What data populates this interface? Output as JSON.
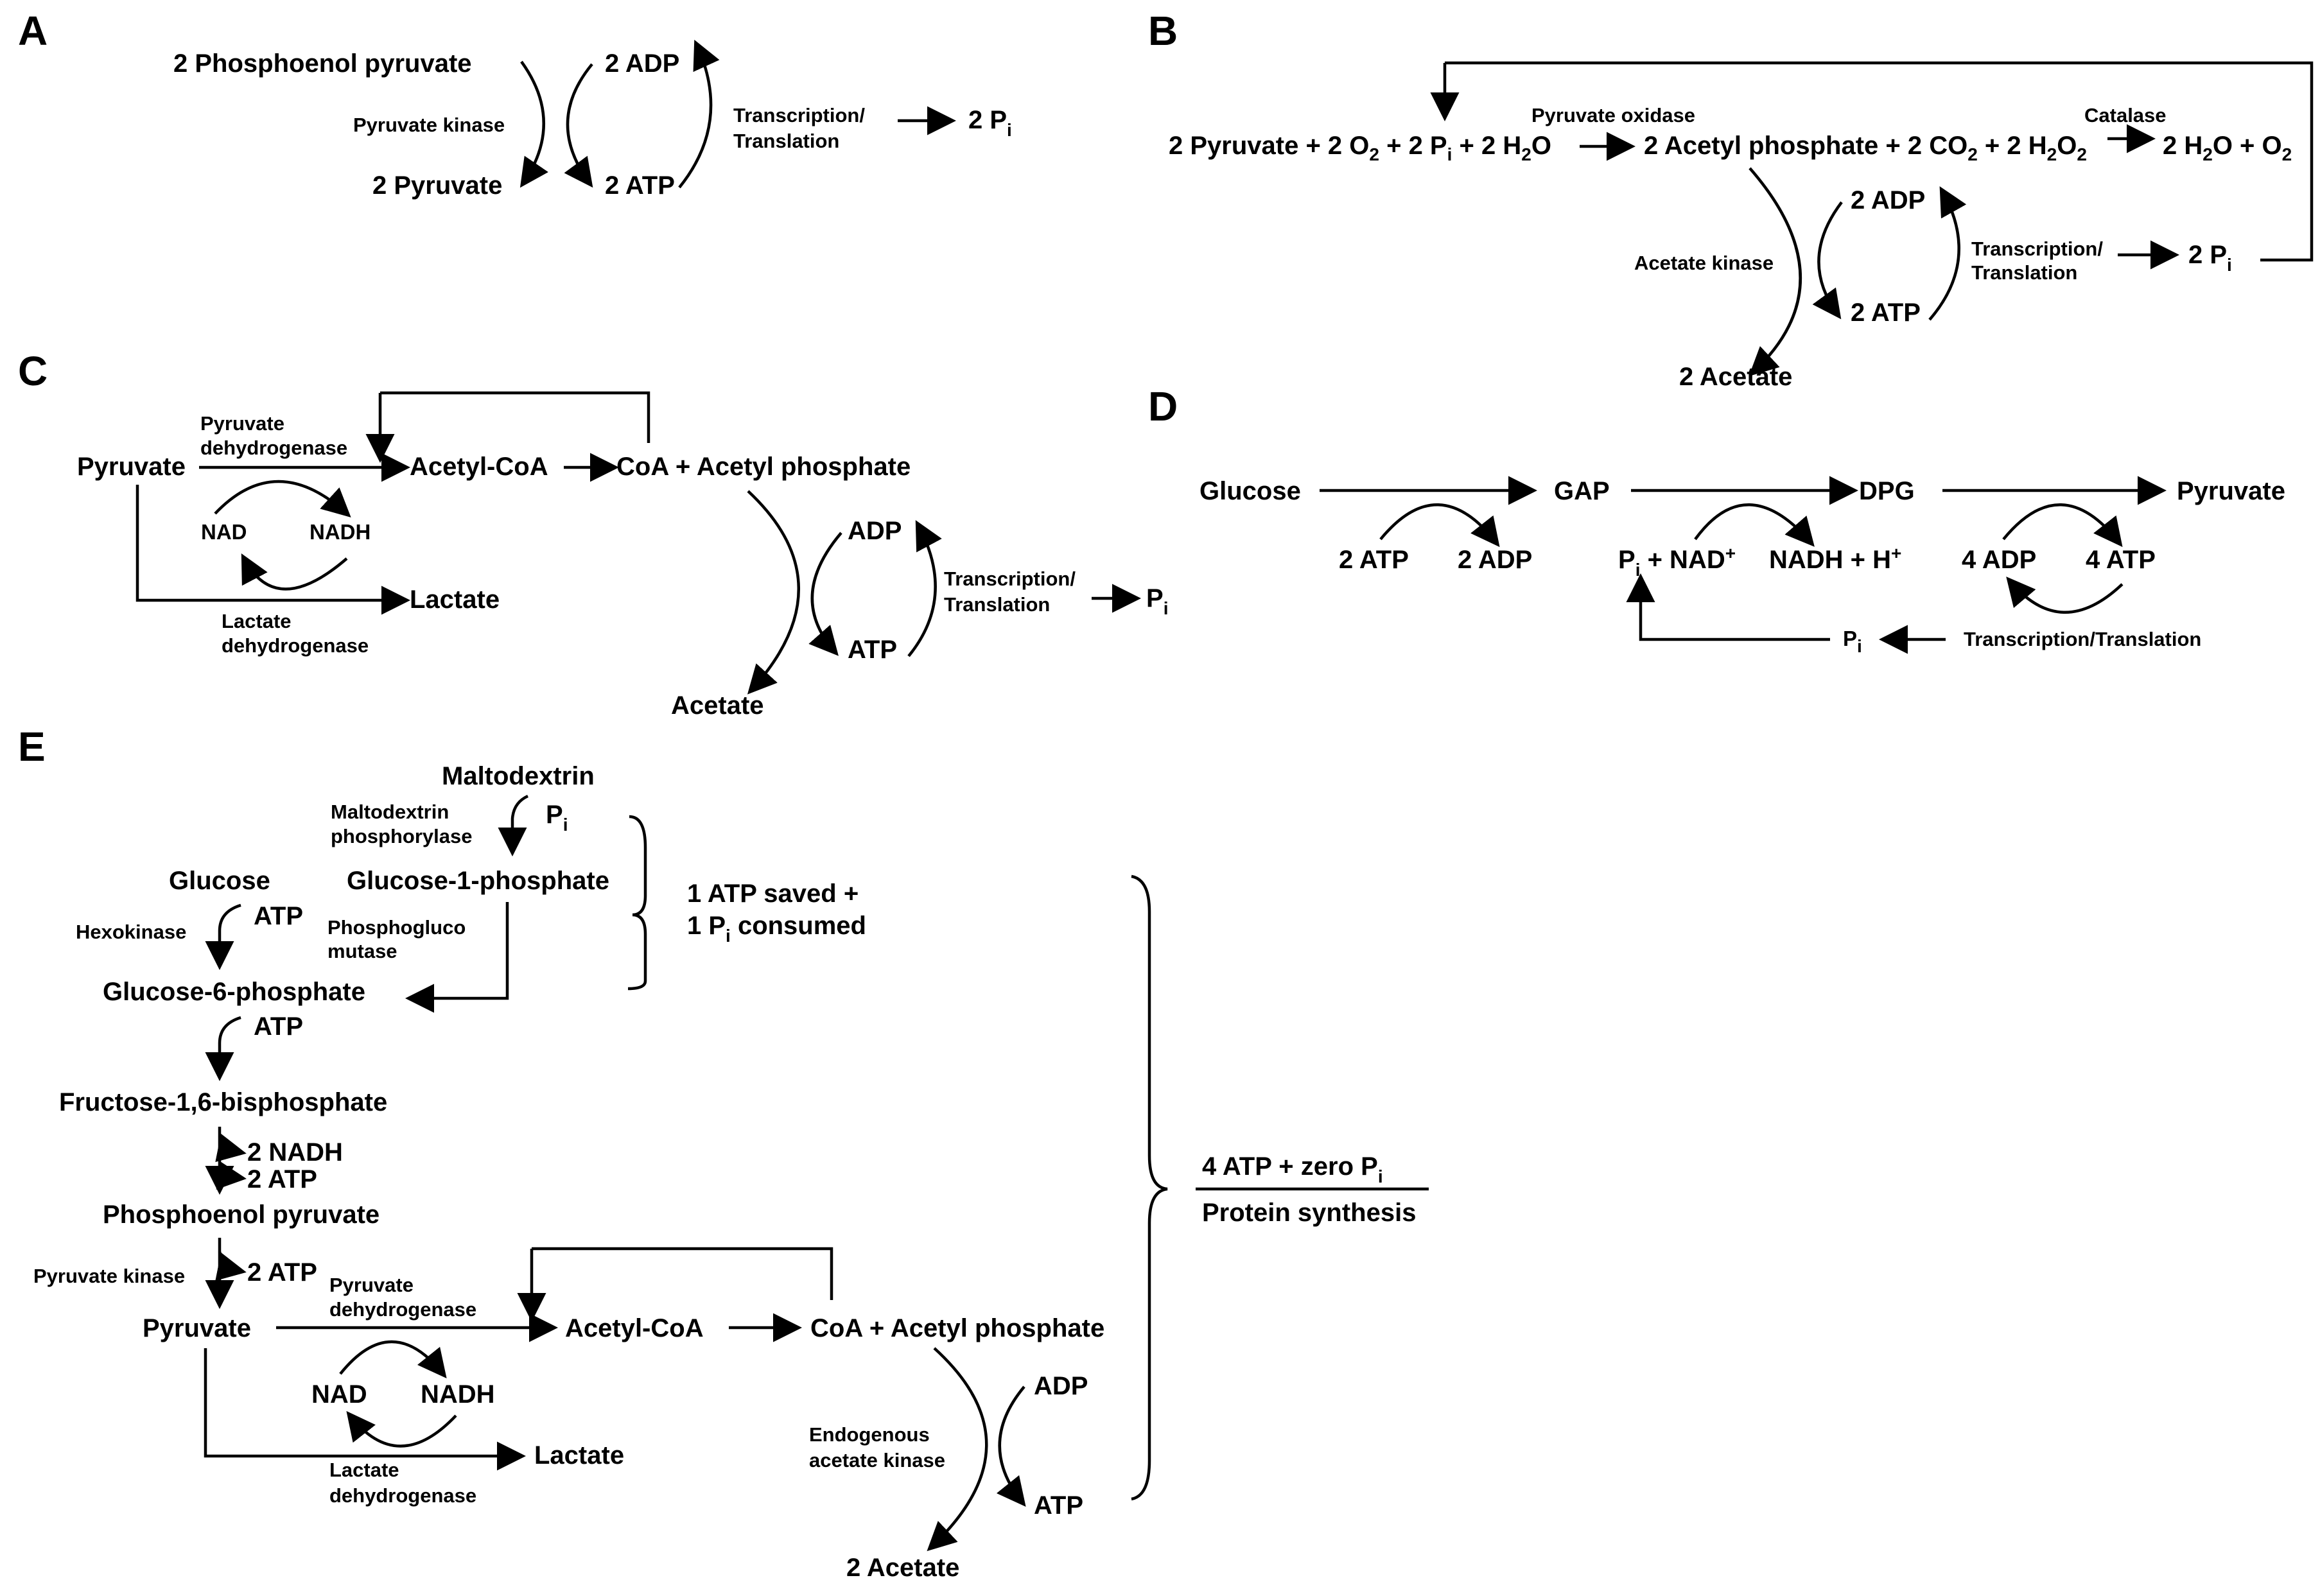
{
  "panels": [
    "A",
    "B",
    "C",
    "D",
    "E"
  ],
  "A": {
    "pep": "2 Phosphoenol  pyruvate",
    "pyruvate": "2 Pyruvate",
    "enzyme": "Pyruvate kinase",
    "adp": "2 ADP",
    "atp": "2 ATP",
    "tt1": "Transcription/",
    "tt2": "Translation",
    "pi": "2 P",
    "pi_sub": "i"
  },
  "B": {
    "eq_left": "2 Pyruvate + 2 O",
    "eq_left_b": " + 2 P",
    "eq_left_c": " + 2 H",
    "eq_left_d": "O",
    "pox": "Pyruvate oxidase",
    "eq_mid": "2 Acetyl phosphate + 2 CO",
    "eq_mid_b": " + 2 H",
    "eq_mid_c": "O",
    "catalase": "Catalase",
    "eq_right": "2 H",
    "eq_right_b": "O + O",
    "sub2": "2",
    "sub_i": "i",
    "acetate_kinase": "Acetate kinase",
    "adp": "2 ADP",
    "atp": "2 ATP",
    "tt1": "Transcription/",
    "tt2": "Translation",
    "pi": "2 P",
    "acetate": "2 Acetate"
  },
  "C": {
    "pyruvate": "Pyruvate",
    "pdh1": "Pyruvate",
    "pdh2": "dehydrogenase",
    "acetylcoa": "Acetyl-CoA",
    "coa_ap": "CoA + Acetyl phosphate",
    "nad": "NAD",
    "nadh": "NADH",
    "lactate": "Lactate",
    "ldh1": "Lactate",
    "ldh2": "dehydrogenase",
    "adp": "ADP",
    "atp": "ATP",
    "tt1": "Transcription/",
    "tt2": "Translation",
    "pi": "P",
    "pi_sub": "i",
    "acetate": "Acetate"
  },
  "D": {
    "glucose": "Glucose",
    "gap": "GAP",
    "dpg": "DPG",
    "pyruvate": "Pyruvate",
    "atp2": "2 ATP",
    "adp2": "2 ADP",
    "pi_nad": "P",
    "pi_nad_b": " + NAD",
    "nadh": "NADH + H",
    "plus": "+",
    "adp4": "4 ADP",
    "atp4": "4 ATP",
    "pi": "P",
    "pi_sub": "i",
    "tt": "Transcription/Translation"
  },
  "E": {
    "maltodextrin": "Maltodextrin",
    "mp1": "Maltodextrin",
    "mp2": "phosphorylase",
    "pi": "P",
    "pi_sub": "i",
    "g1p": "Glucose-1-phosphate",
    "glucose": "Glucose",
    "hexokinase": "Hexokinase",
    "atp": "ATP",
    "pgm1": "Phosphogluco",
    "pgm2": "mutase",
    "g6p": "Glucose-6-phosphate",
    "f16bp": "Fructose-1,6-bisphosphate",
    "nadh2": "2 NADH",
    "atp2": "2 ATP",
    "pep": "Phosphoenol pyruvate",
    "pk": "Pyruvate kinase",
    "pyruvate": "Pyruvate",
    "pdh1": "Pyruvate",
    "pdh2": "dehydrogenase",
    "acetylcoa": "Acetyl-CoA",
    "coa_ap": "CoA + Acetyl phosphate",
    "nad": "NAD",
    "nadh": "NADH",
    "lactate": "Lactate",
    "ldh1": "Lactate",
    "ldh2": "dehydrogenase",
    "eak1": "Endogenous",
    "eak2": "acetate kinase",
    "adp": "ADP",
    "acetate": "2 Acetate",
    "saved1": "1 ATP saved +",
    "saved2a": "1 P",
    "saved2b": " consumed",
    "net1": "4 ATP + zero P",
    "net2": "Protein synthesis"
  }
}
